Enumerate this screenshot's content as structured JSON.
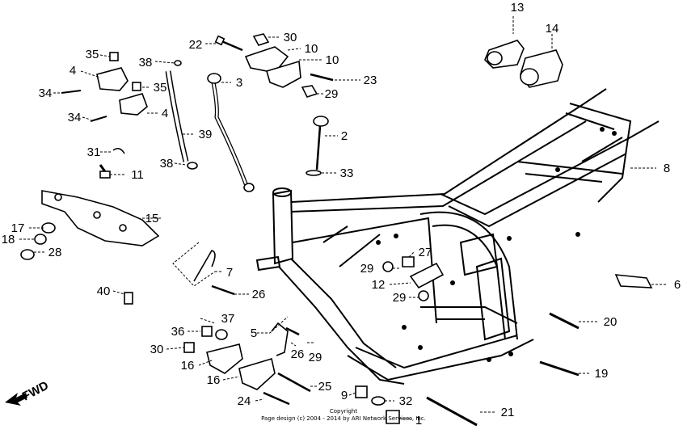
{
  "labels": [
    {
      "id": "13",
      "text": "13"
    },
    {
      "id": "14",
      "text": "14"
    },
    {
      "id": "22",
      "text": "22"
    },
    {
      "id": "30a",
      "text": "30"
    },
    {
      "id": "10a",
      "text": "10"
    },
    {
      "id": "10b",
      "text": "10"
    },
    {
      "id": "35a",
      "text": "35"
    },
    {
      "id": "4a",
      "text": "4"
    },
    {
      "id": "38a",
      "text": "38"
    },
    {
      "id": "3",
      "text": "3"
    },
    {
      "id": "23",
      "text": "23"
    },
    {
      "id": "34a",
      "text": "34"
    },
    {
      "id": "35b",
      "text": "35"
    },
    {
      "id": "29a",
      "text": "29"
    },
    {
      "id": "34b",
      "text": "34"
    },
    {
      "id": "4b",
      "text": "4"
    },
    {
      "id": "39",
      "text": "39"
    },
    {
      "id": "2",
      "text": "2"
    },
    {
      "id": "31",
      "text": "31"
    },
    {
      "id": "38b",
      "text": "38"
    },
    {
      "id": "33",
      "text": "33"
    },
    {
      "id": "11",
      "text": "11"
    },
    {
      "id": "8",
      "text": "8"
    },
    {
      "id": "15",
      "text": "15"
    },
    {
      "id": "17",
      "text": "17"
    },
    {
      "id": "18",
      "text": "18"
    },
    {
      "id": "28",
      "text": "28"
    },
    {
      "id": "27",
      "text": "27"
    },
    {
      "id": "7",
      "text": "7"
    },
    {
      "id": "29b",
      "text": "29"
    },
    {
      "id": "12",
      "text": "12"
    },
    {
      "id": "6",
      "text": "6"
    },
    {
      "id": "40",
      "text": "40"
    },
    {
      "id": "26a",
      "text": "26"
    },
    {
      "id": "29c",
      "text": "29"
    },
    {
      "id": "20",
      "text": "20"
    },
    {
      "id": "37",
      "text": "37"
    },
    {
      "id": "36",
      "text": "36"
    },
    {
      "id": "5",
      "text": "5"
    },
    {
      "id": "30b",
      "text": "30"
    },
    {
      "id": "26b",
      "text": "26"
    },
    {
      "id": "29d",
      "text": "29"
    },
    {
      "id": "16a",
      "text": "16"
    },
    {
      "id": "19",
      "text": "19"
    },
    {
      "id": "16b",
      "text": "16"
    },
    {
      "id": "25",
      "text": "25"
    },
    {
      "id": "9",
      "text": "9"
    },
    {
      "id": "32",
      "text": "32"
    },
    {
      "id": "24",
      "text": "24"
    },
    {
      "id": "21",
      "text": "21"
    },
    {
      "id": "1",
      "text": "1"
    }
  ],
  "fwd": "FWD",
  "footer": {
    "line1": "Copyright",
    "line2": "Page design (c) 2004 - 2014 by ARI Network Services, Inc."
  }
}
